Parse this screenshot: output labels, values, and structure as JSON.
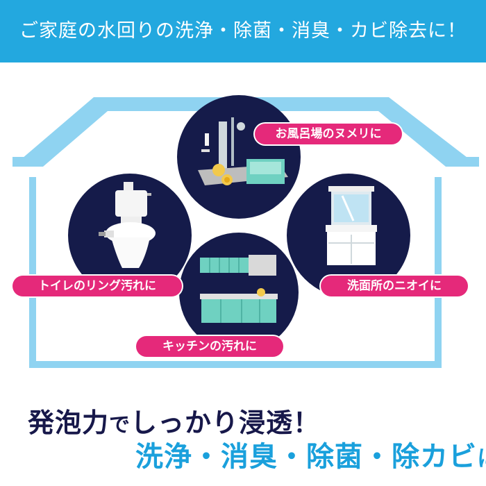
{
  "banner": {
    "text": "ご家庭の水回りの洗浄・除菌・消臭・カビ除去に！"
  },
  "rooms": {
    "bath": {
      "label": "お風呂場のヌメリに"
    },
    "toilet": {
      "label": "トイレのリング汚れに"
    },
    "washroom": {
      "label": "洗面所のニオイに"
    },
    "kitchen": {
      "label": "キッチンの汚れに"
    }
  },
  "tagline": {
    "line1_a": "発泡力",
    "line1_b": "で",
    "line1_c": "しっかり浸透！",
    "line2_a": "洗浄・消臭・除菌・除カビ",
    "line2_b": "に"
  },
  "colors": {
    "banner": "#23a8df",
    "house": "#8fd3f1",
    "circle": "#151b4a",
    "pill": "#e5297a",
    "tagline_dark": "#17184a",
    "tagline_blue": "#1aa0dc"
  }
}
